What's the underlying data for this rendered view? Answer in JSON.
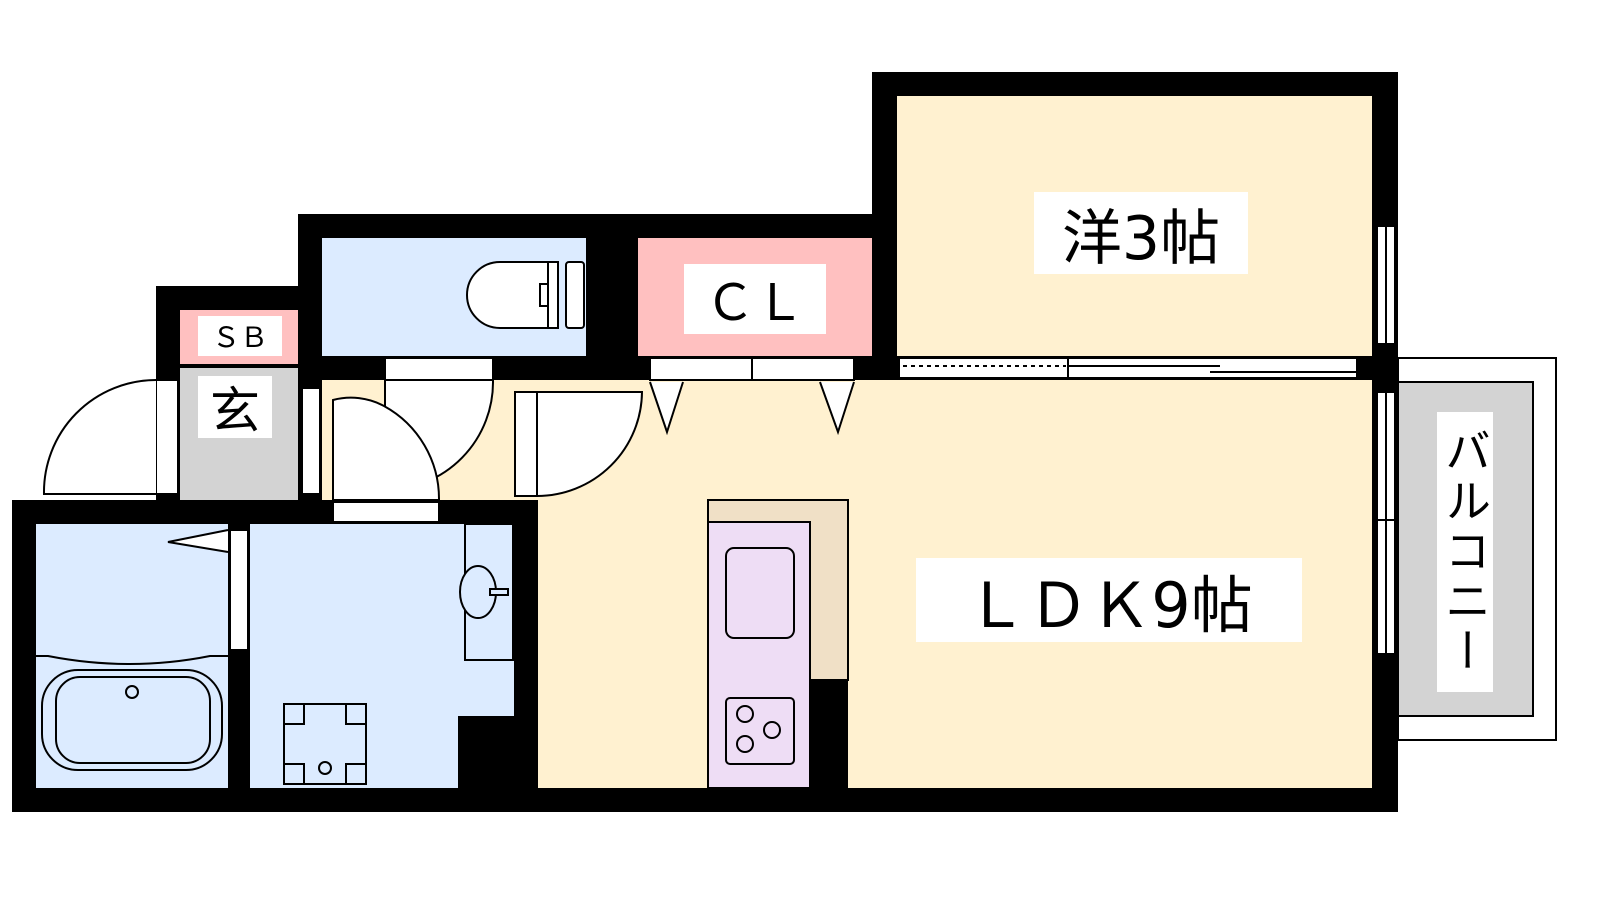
{
  "rooms": {
    "western": {
      "label": "洋3帖"
    },
    "closet": {
      "label": "ＣＬ"
    },
    "ldk": {
      "label": "ＬＤＫ9帖"
    },
    "shoe_box": {
      "label": "ＳＢ"
    },
    "entrance": {
      "label": "玄"
    },
    "balcony": {
      "label": "バルコニー"
    }
  },
  "colors": {
    "wall": "#000000",
    "floor_living": "#FFF1D0",
    "floor_wet": "#DCEBFF",
    "storage": "#FFC0C0",
    "entrance": "#D3D3D3",
    "kitchen_counter": "#EEDDF5",
    "kitchen_back": "#F0E0C6"
  }
}
